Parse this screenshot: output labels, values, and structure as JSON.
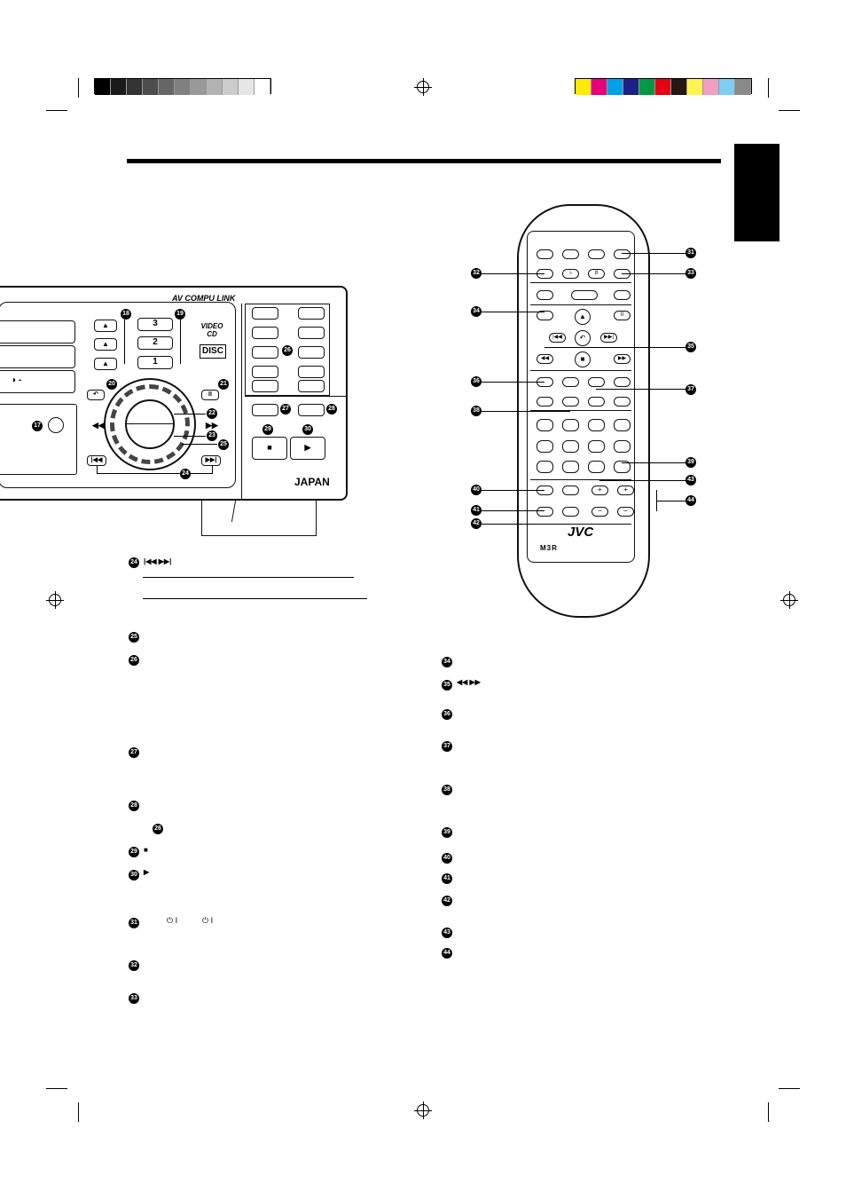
{
  "colors": {
    "gray_bar": [
      "#000000",
      "#1a1a1a",
      "#333333",
      "#4d4d4d",
      "#666666",
      "#808080",
      "#999999",
      "#b3b3b3",
      "#cccccc",
      "#e6e6e6",
      "#ffffff"
    ],
    "color_bar": [
      "#ffeb00",
      "#e6007e",
      "#00a0e9",
      "#1d2088",
      "#009944",
      "#e60012",
      "#231815",
      "#fff352",
      "#f19ec2",
      "#7ecef4",
      "#898989"
    ],
    "tab": "#000000"
  },
  "unit": {
    "brand": "COMPU LINK",
    "brand_prefix": "AV",
    "origin": "JAPAN",
    "vcd_logo": "VIDEO CD",
    "disc_logo": "DISC",
    "tray_labels": [
      "3",
      "2",
      "1"
    ]
  },
  "remote": {
    "brand": "JVC",
    "model": "M3R"
  },
  "callouts_unit": [
    "17",
    "18",
    "19",
    "20",
    "21",
    "22",
    "23",
    "24",
    "25",
    "26",
    "27",
    "28",
    "29",
    "30"
  ],
  "callouts_remote": [
    "31",
    "32",
    "33",
    "34",
    "35",
    "36",
    "37",
    "38",
    "39",
    "40",
    "41",
    "42",
    "43",
    "44"
  ],
  "left_list": [
    "24",
    "25",
    "26",
    "27",
    "28",
    "26",
    "29",
    "30",
    "31",
    "32",
    "33"
  ],
  "right_list": [
    "34",
    "35",
    "36",
    "37",
    "38",
    "39",
    "40",
    "41",
    "42",
    "43",
    "44"
  ]
}
